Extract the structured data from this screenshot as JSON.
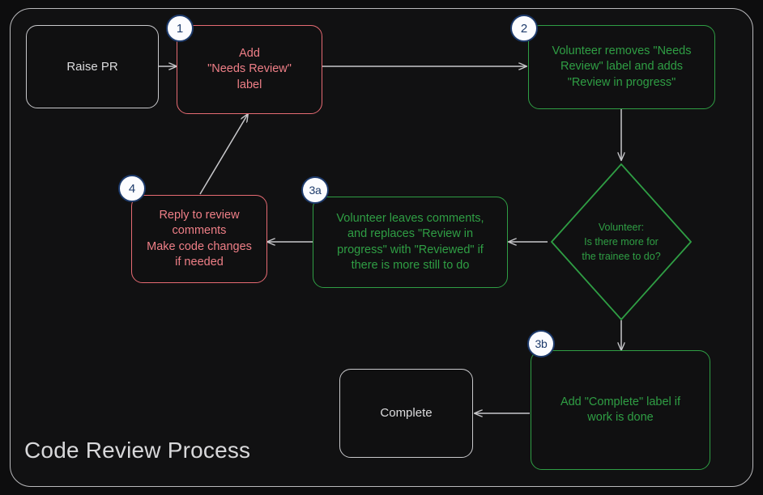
{
  "diagram": {
    "title": "Code Review Process",
    "type": "flowchart",
    "colors": {
      "background": "#0d0d0e",
      "frame_border": "#b9b9bc",
      "neutral": "#c9c9cc",
      "red": "#e66b73",
      "green": "#2f9e44",
      "badge_fill": "#fcfcff",
      "badge_stroke": "#1d3a6b",
      "edge": "#c8c8cb"
    },
    "nodes": [
      {
        "id": "raise-pr",
        "badge": null,
        "style": "neutral",
        "label": "Raise PR"
      },
      {
        "id": "add-label",
        "badge": "1",
        "style": "red",
        "label": "Add\n\"Needs Review\"\nlabel"
      },
      {
        "id": "volunteer-relabel",
        "badge": "2",
        "style": "green",
        "label": "Volunteer removes \"Needs\nReview\" label and adds\n\"Review in progress\""
      },
      {
        "id": "decision",
        "badge": null,
        "style": "green",
        "label": "Volunteer:\nIs there more for\nthe trainee to do?"
      },
      {
        "id": "volunteer-comments",
        "badge": "3a",
        "style": "green",
        "label": "Volunteer leaves comments,\nand replaces \"Review in\nprogress\" with \"Reviewed\" if\nthere is more still to do"
      },
      {
        "id": "reply-to-review",
        "badge": "4",
        "style": "red",
        "label": "Reply to review\ncomments\nMake code changes\nif needed"
      },
      {
        "id": "add-complete",
        "badge": "3b",
        "style": "green",
        "label": "Add \"Complete\" label if\nwork is done"
      },
      {
        "id": "complete",
        "badge": null,
        "style": "neutral",
        "label": "Complete"
      }
    ],
    "edges": [
      {
        "from": "raise-pr",
        "to": "add-label",
        "label": ""
      },
      {
        "from": "add-label",
        "to": "volunteer-relabel",
        "label": ""
      },
      {
        "from": "volunteer-relabel",
        "to": "decision",
        "label": ""
      },
      {
        "from": "decision",
        "to": "volunteer-comments",
        "label": ""
      },
      {
        "from": "volunteer-comments",
        "to": "reply-to-review",
        "label": ""
      },
      {
        "from": "reply-to-review",
        "to": "add-label",
        "label": ""
      },
      {
        "from": "decision",
        "to": "add-complete",
        "label": ""
      },
      {
        "from": "add-complete",
        "to": "complete",
        "label": ""
      }
    ]
  }
}
